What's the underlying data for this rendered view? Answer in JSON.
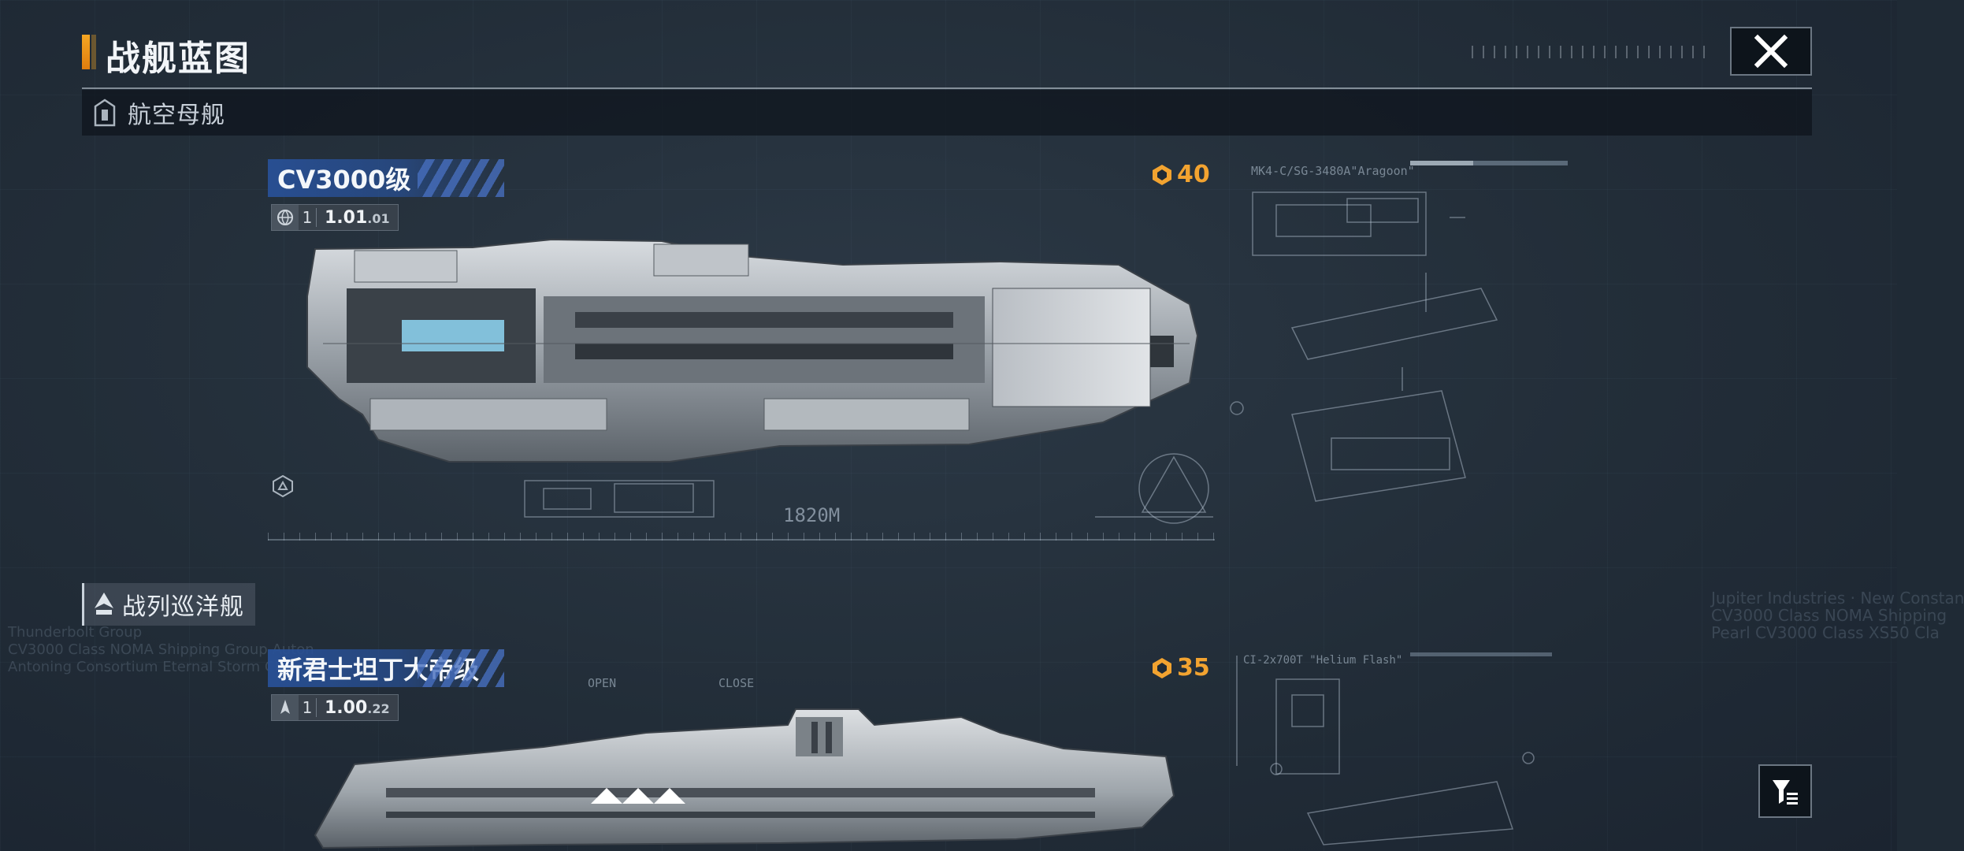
{
  "header": {
    "title": "战舰蓝图"
  },
  "category": {
    "label": "航空母舰"
  },
  "section2": {
    "label": "战列巡洋舰"
  },
  "ships": [
    {
      "name": "CV3000级",
      "tier": "1",
      "version": "1.01",
      "version_sub": ".01",
      "cost": "40",
      "module_label": "MK4-C/SG-3480A\"Aragoon\"",
      "length": "1820M"
    },
    {
      "name": "新君士坦丁大帝级",
      "tier": "1",
      "version": "1.00",
      "version_sub": ".22",
      "cost": "35",
      "module_label": "CI-2x700T \"Helium Flash\"",
      "hatch_open": "OPEN",
      "hatch_close": "CLOSE"
    }
  ],
  "background_text": {
    "left_lines": [
      "Thunderbolt Group",
      "CV3000 Class NOMA Shipping Group Auton",
      "Antoning Consortium Eternal Storm Class"
    ],
    "right_lines": [
      "Jupiter Industries · New Constan",
      "CV3000 Class NOMA Shipping",
      "Pearl CV3000 Class XS50 Cla"
    ]
  },
  "colors": {
    "accent_orange": "#f2a330",
    "tag_blue": "#28509a",
    "background": "#222d38"
  },
  "icons": {
    "close": "close-icon",
    "filter": "filter-icon",
    "cost": "cost-hex-icon",
    "category": "carrier-category-icon",
    "section": "cruiser-category-icon"
  }
}
